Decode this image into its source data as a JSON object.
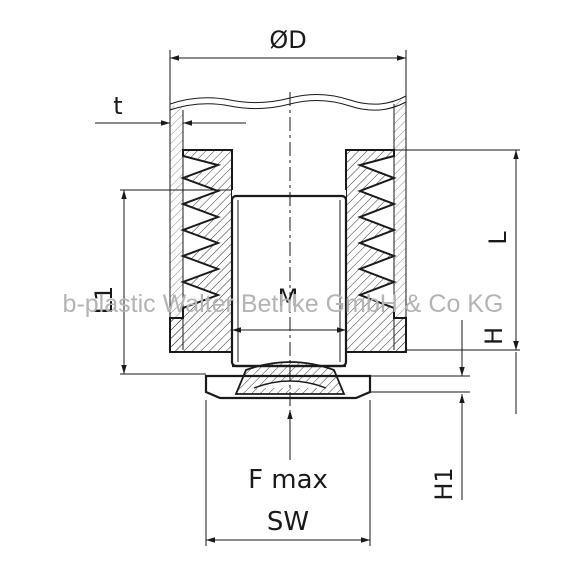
{
  "watermark": "b-plastic Walter Bethke GmbH & Co KG",
  "labels": {
    "diameter": "ØD",
    "wall_thickness": "t",
    "length": "L",
    "overall_length": "L1",
    "thread": "M",
    "height": "H",
    "height1": "H1",
    "force": "F max",
    "wrench_size": "SW"
  }
}
